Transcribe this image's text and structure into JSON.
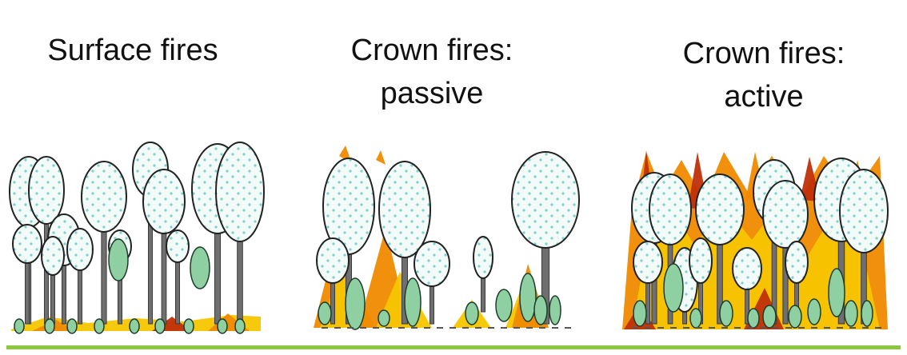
{
  "titles": [
    {
      "line1": "Surface fires",
      "line2": ""
    },
    {
      "line1": "Crown fires:",
      "line2": "passive"
    },
    {
      "line1": "Crown fires:",
      "line2": "active"
    }
  ],
  "colors": {
    "canopy_fill": "#f3fbf9",
    "canopy_dots": "#7fcfcf",
    "canopy_stroke": "#222222",
    "trunk": "#6f6f6f",
    "shrub_fill": "#8fd0a2",
    "fire_yellow": "#f7c600",
    "fire_orange": "#ef8a00",
    "fire_red": "#c0300a",
    "ground_line": "#8dc63f"
  },
  "icons": [
    "tree-icon",
    "shrub-icon",
    "flame-icon"
  ]
}
